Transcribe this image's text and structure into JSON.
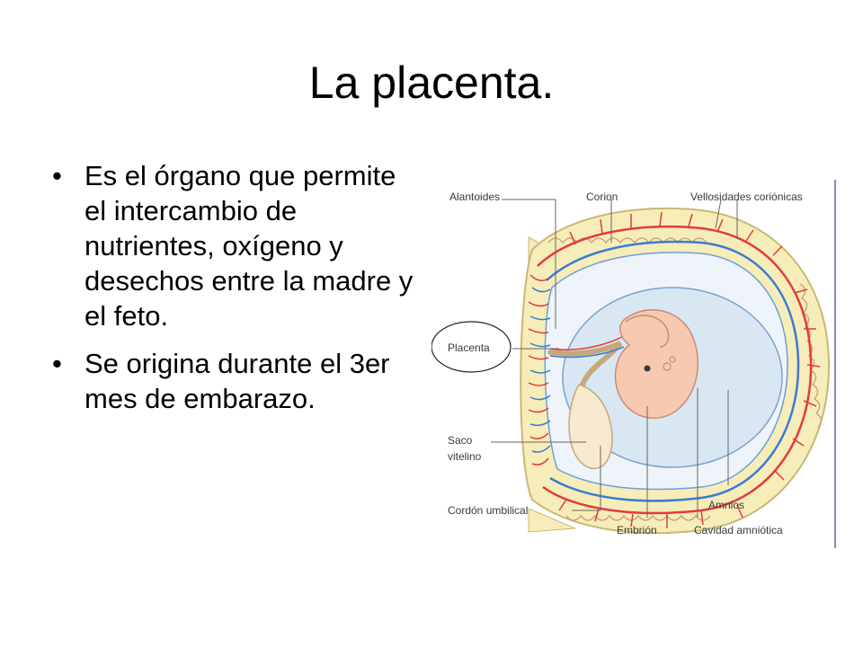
{
  "slide": {
    "title": "La placenta.",
    "bullets": [
      "Es el órgano que permite el intercambio de nutrientes, oxígeno y desechos entre la madre y el feto.",
      "Se origina durante el 3er mes de embarazo."
    ],
    "bullet_symbol": "•"
  },
  "diagram": {
    "labels": {
      "alantoides": "Alantoides",
      "corion": "Corion",
      "vellosidades": "Vellosidades coriónicas",
      "placenta": "Placenta",
      "saco_line1": "Saco",
      "saco_line2": "vitelino",
      "cordon": "Cordón umbilical",
      "embrion": "Embrión",
      "amnios": "Amnios",
      "cavidad": "Cavidad amniótica"
    },
    "colors": {
      "chorion_tissue": "#f7edb8",
      "amniotic_fluid": "#dcebf6",
      "embryo": "#f6c9b0",
      "artery": "#e23b3b",
      "vein": "#3a7bd5",
      "divider": "#9b7bc1"
    }
  }
}
